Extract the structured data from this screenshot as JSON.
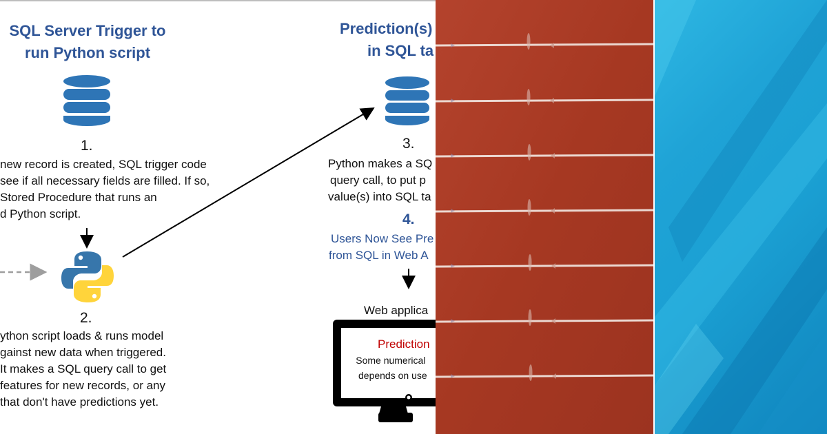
{
  "step1": {
    "title_lines": [
      "SQL Server Trigger to",
      "run Python script"
    ],
    "number": "1.",
    "text_lines": [
      "new record is created, SQL trigger code",
      "see if all necessary fields are filled. If so,",
      "Stored Procedure that runs an",
      "d Python script."
    ]
  },
  "step2": {
    "number": "2.",
    "text_lines": [
      "ython script loads & runs model",
      "gainst new data when triggered.",
      "It makes a SQL query call to get",
      "features for new records, or any",
      "that don't have predictions yet."
    ]
  },
  "step3": {
    "title_lines": [
      "Prediction(s)",
      "in SQL ta"
    ],
    "number": "3.",
    "text_lines": [
      "Python makes a SQ",
      "query call, to put p",
      "value(s) into SQL ta"
    ]
  },
  "step4": {
    "number": "4.",
    "text_lines": [
      "Users Now See Pre",
      "from SQL in Web A"
    ]
  },
  "web_app": {
    "label": "Web applica",
    "prediction_label": "Prediction",
    "sub_lines": [
      "Some numerical",
      "depends on use"
    ]
  },
  "icons": [
    "database-icon",
    "python-logo-icon",
    "monitor-icon"
  ],
  "colors": {
    "title_blue": "#2f5597",
    "db_blue": "#2e75b6",
    "python_blue": "#3776ab",
    "python_yellow": "#ffd43b",
    "prediction_red": "#c00000",
    "photo_red": "#a83a26",
    "photo_blue": "#1ba0d3"
  }
}
